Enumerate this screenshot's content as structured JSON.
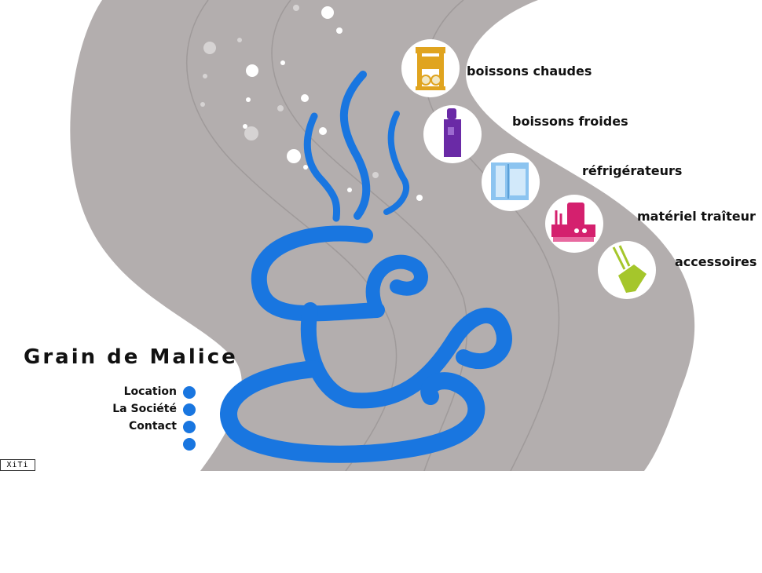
{
  "brand": {
    "name": "Grain de Malice"
  },
  "categories": [
    {
      "label": "boissons chaudes",
      "icon": "coffee-machine-icon",
      "color": "#e0a41f"
    },
    {
      "label": "boissons froides",
      "icon": "water-cooler-icon",
      "color": "#6a2aa6"
    },
    {
      "label": "réfrigérateurs",
      "icon": "refrigerator-icon",
      "color": "#8cc4f0"
    },
    {
      "label": "matériel traîteur",
      "icon": "catering-equipment-icon",
      "color": "#d4206e"
    },
    {
      "label": "accessoires",
      "icon": "accessory-icon",
      "color": "#a5c62b"
    }
  ],
  "nav": [
    {
      "label": "Location"
    },
    {
      "label": "La Société"
    },
    {
      "label": "Contact"
    },
    {
      "label": ""
    }
  ],
  "badge": {
    "text": "XiTi"
  },
  "colors": {
    "accent": "#1976e0",
    "band": "#b3aeae"
  }
}
